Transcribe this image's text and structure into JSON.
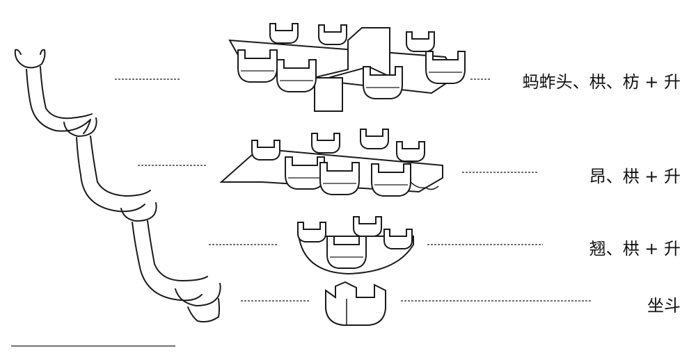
{
  "diagram": {
    "layers": [
      {
        "id": "top",
        "label": "蚂蚱头、栱、枋 + 升"
      },
      {
        "id": "second",
        "label": "昂、栱 + 升"
      },
      {
        "id": "third",
        "label": "翘、栱 + 升"
      },
      {
        "id": "base",
        "label": "坐斗"
      }
    ]
  },
  "colors": {
    "ink": "#1a1a1a",
    "paper": "#ffffff",
    "shade": "#d8d8d8"
  }
}
